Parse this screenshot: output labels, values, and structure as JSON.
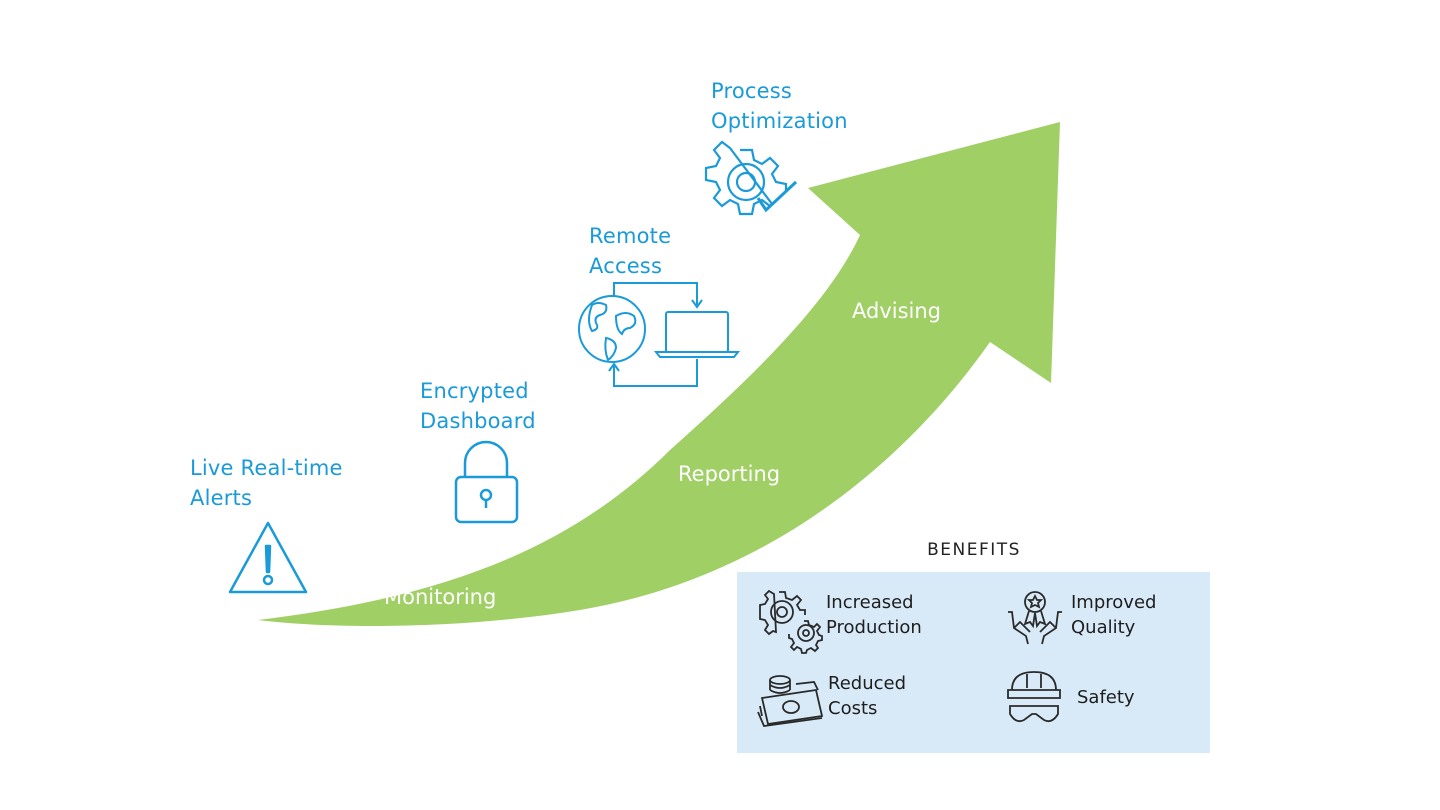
{
  "features": {
    "alerts": [
      "Live Real-time",
      "Alerts"
    ],
    "dashboard": [
      "Encrypted",
      "Dashboard"
    ],
    "remote": [
      "Remote",
      "Access"
    ],
    "process": [
      "Process",
      "Optimization"
    ]
  },
  "stages": {
    "monitoring": "Monitoring",
    "reporting": "Reporting",
    "advising": "Advising"
  },
  "benefits": {
    "title": "BENEFITS",
    "production": [
      "Increased",
      "Production"
    ],
    "quality": [
      "Improved",
      "Quality"
    ],
    "costs": [
      "Reduced",
      "Costs"
    ],
    "safety": "Safety"
  },
  "colors": {
    "accent_blue": "#1a9ad9",
    "arrow_green": "#a0cf66",
    "benefit_panel": "#d8eaf8"
  }
}
